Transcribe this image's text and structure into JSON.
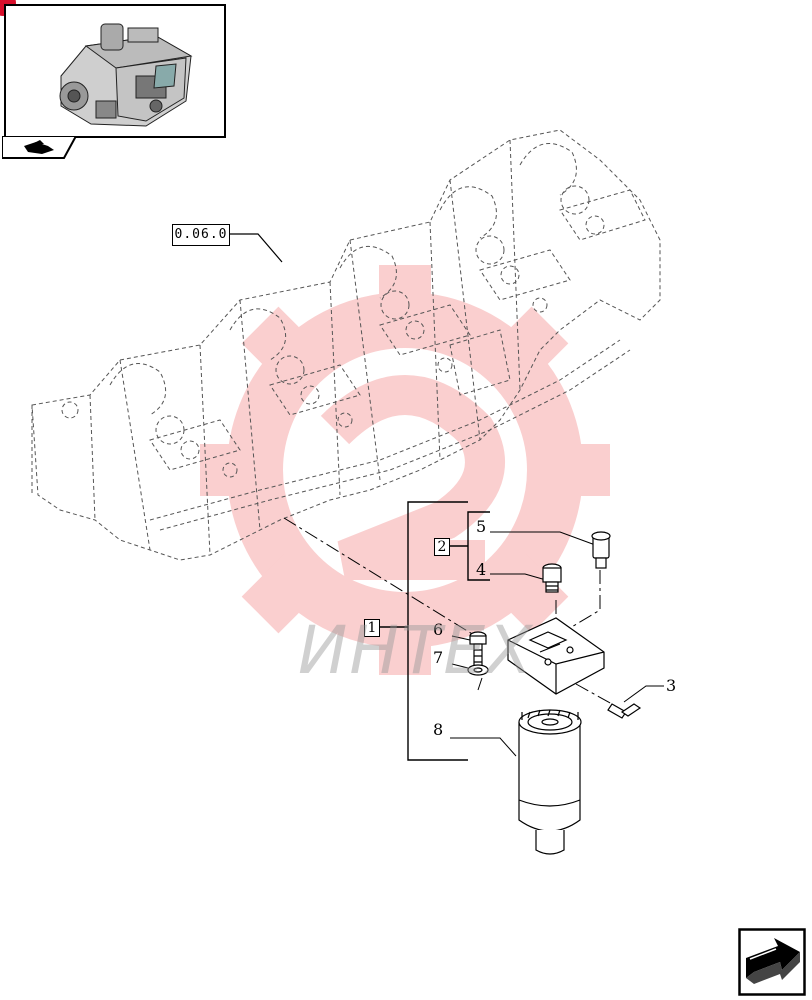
{
  "reference_label": "0.06.0",
  "callouts": {
    "c1": "1",
    "c2": "2",
    "c3": "3",
    "c4": "4",
    "c5": "5",
    "c6": "6",
    "c7": "7",
    "c8": "8"
  },
  "watermark_text": "ИНТЕХ",
  "colors": {
    "ink": "#000000",
    "watermark": "#f08080",
    "accent_dot": "#d8102c"
  },
  "icons": {
    "thumbnail": "engine-thumbnail",
    "tab": "hand-pointer-icon",
    "navigation": "next-page-arrow-icon"
  }
}
